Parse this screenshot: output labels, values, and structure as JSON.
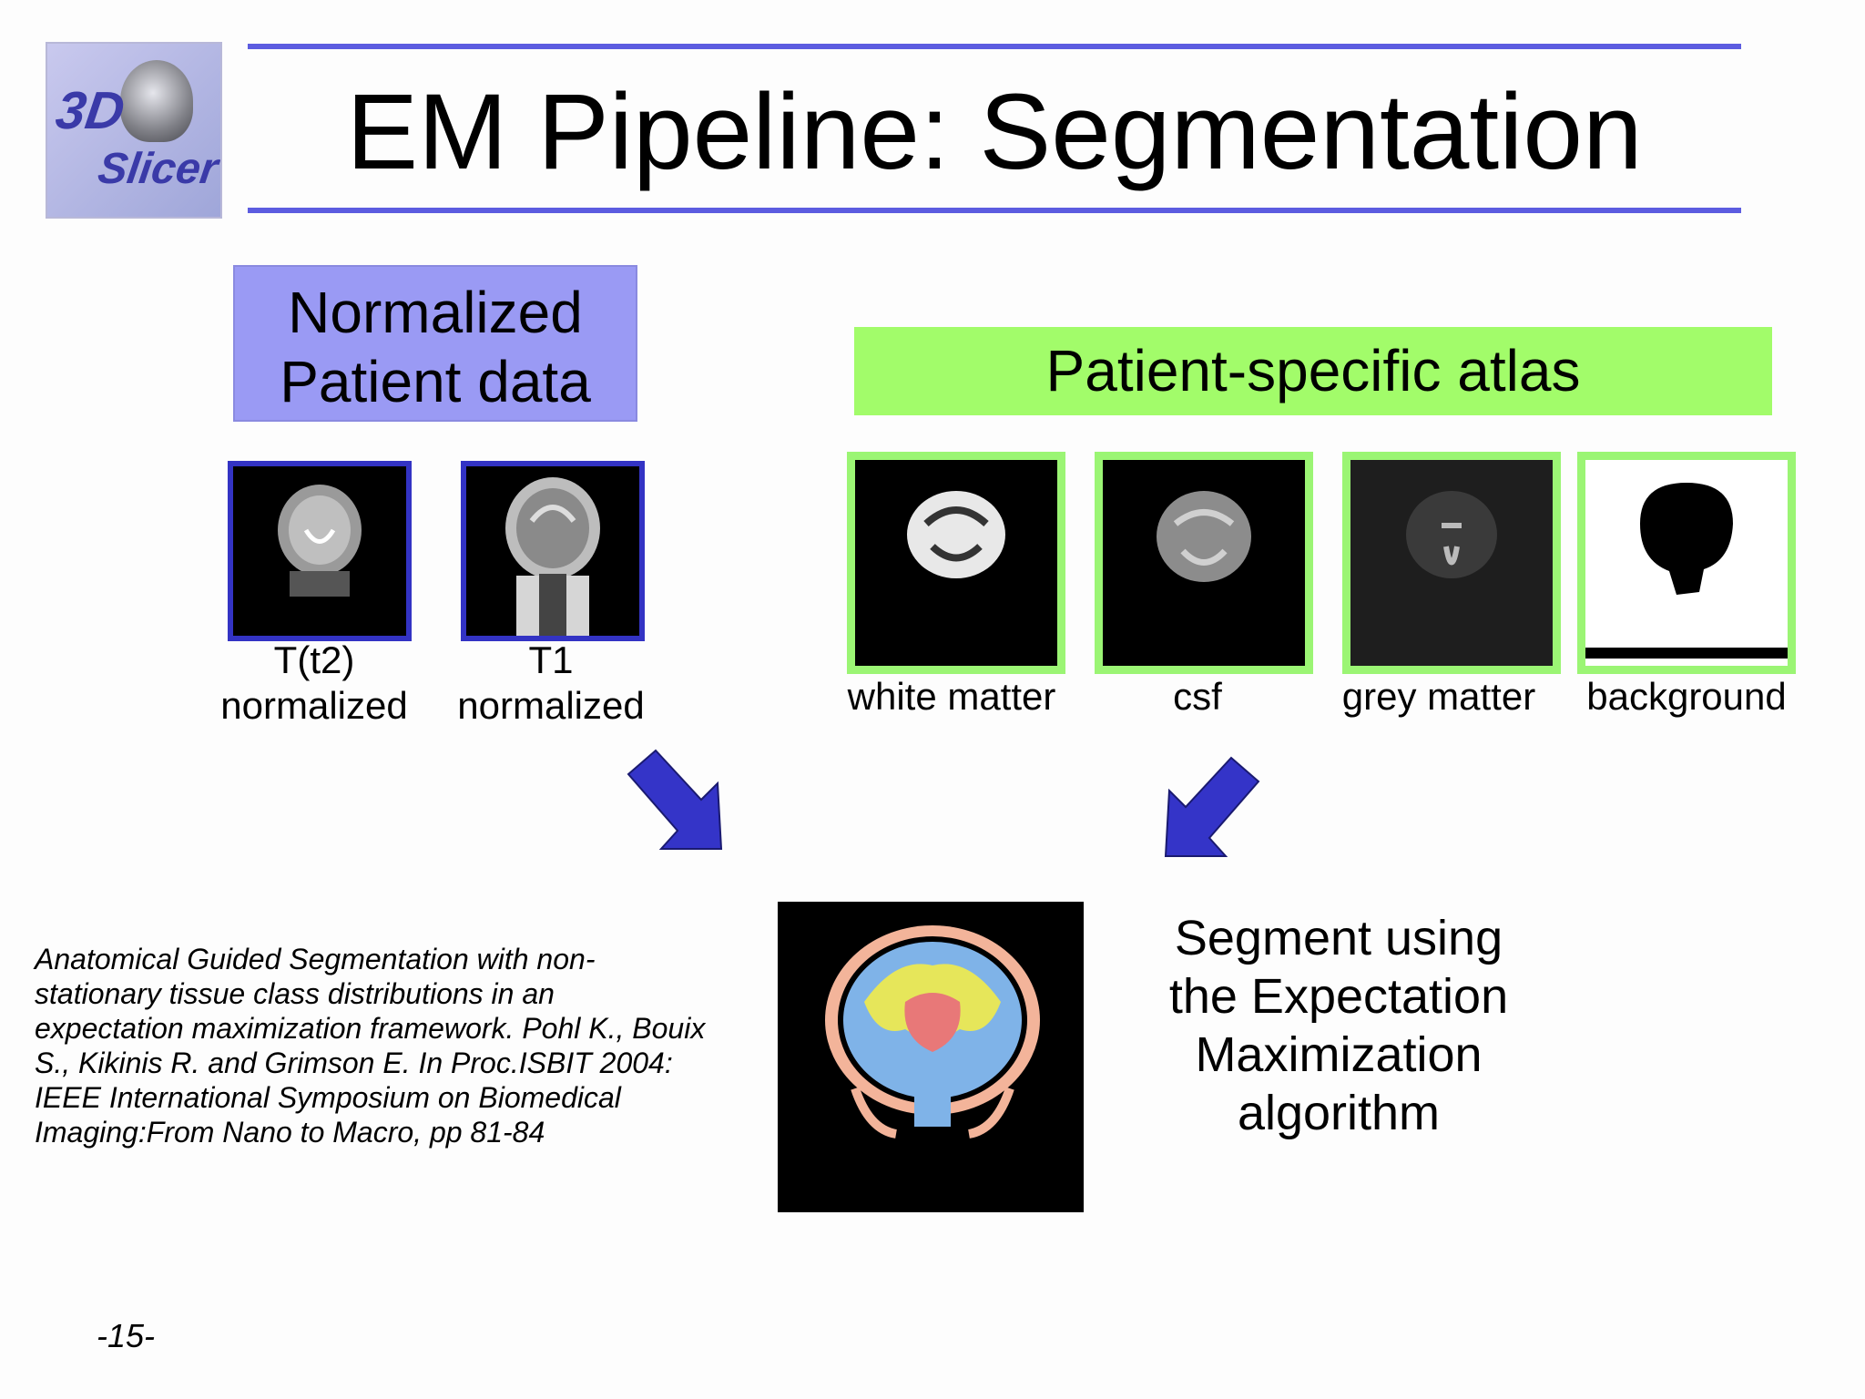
{
  "logo": {
    "line1": "3D",
    "line2": "Slicer"
  },
  "title": "EM Pipeline: Segmentation",
  "normalized_box": {
    "line1": "Normalized",
    "line2": "Patient data"
  },
  "atlas_box": {
    "label": "Patient-specific atlas"
  },
  "patient_images": [
    {
      "line1": "T(t2)",
      "line2": "normalized"
    },
    {
      "line1": "T1",
      "line2": "normalized"
    }
  ],
  "atlas_images": [
    "white matter",
    "csf",
    "grey matter",
    "background"
  ],
  "segment_text": [
    "Segment using",
    "the Expectation",
    "Maximization",
    "algorithm"
  ],
  "reference": [
    "Anatomical Guided Segmentation with non-",
    "stationary  tissue class distributions in an",
    "expectation maximization framework. Pohl K., Bouix",
    "S., Kikinis R. and Grimson E. In Proc.ISBIT 2004:",
    "IEEE International Symposium on Biomedical",
    "Imaging:From Nano to Macro, pp 81-84"
  ],
  "page_number": "-15-",
  "colors": {
    "rule": "#5c5ce0",
    "normalized_box": "#9a9af4",
    "atlas_box": "#a2fc6a",
    "arrow": "#3434c8",
    "blue_frame": "#3333c4",
    "green_frame": "#9bf574"
  }
}
